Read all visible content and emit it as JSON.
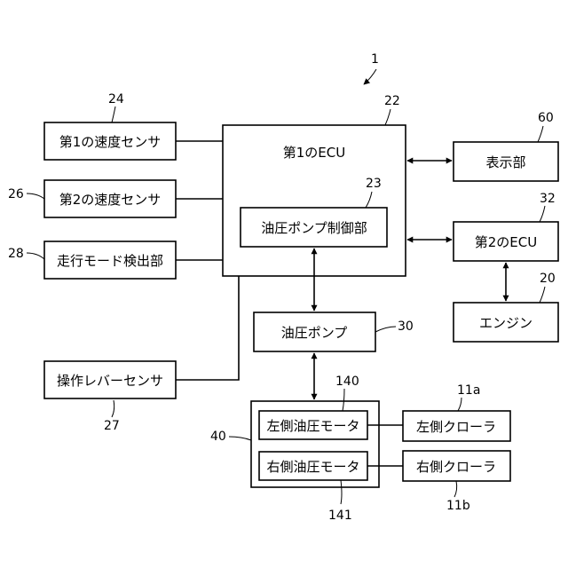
{
  "diagram": {
    "system_ref": "1",
    "blocks": {
      "sensor1": {
        "label": "第1の速度センサ",
        "ref": "24"
      },
      "sensor2": {
        "label": "第2の速度センサ",
        "ref": "26"
      },
      "mode_detector": {
        "label": "走行モード検出部",
        "ref": "28"
      },
      "lever_sensor": {
        "label": "操作レバーセンサ",
        "ref": "27"
      },
      "ecu1": {
        "label": "第1のECU",
        "ref": "22"
      },
      "pump_controller": {
        "label": "油圧ポンプ制御部",
        "ref": "23"
      },
      "display": {
        "label": "表示部",
        "ref": "60"
      },
      "ecu2": {
        "label": "第2のECU",
        "ref": "32"
      },
      "engine": {
        "label": "エンジン",
        "ref": "20"
      },
      "pump": {
        "label": "油圧ポンプ",
        "ref": "30"
      },
      "motor_group": {
        "ref": "40"
      },
      "left_motor": {
        "label": "左側油圧モータ",
        "ref": "140"
      },
      "right_motor": {
        "label": "右側油圧モータ",
        "ref": "141"
      },
      "left_crawler": {
        "label": "左側クローラ",
        "ref": "11a"
      },
      "right_crawler": {
        "label": "右側クローラ",
        "ref": "11b"
      }
    }
  }
}
